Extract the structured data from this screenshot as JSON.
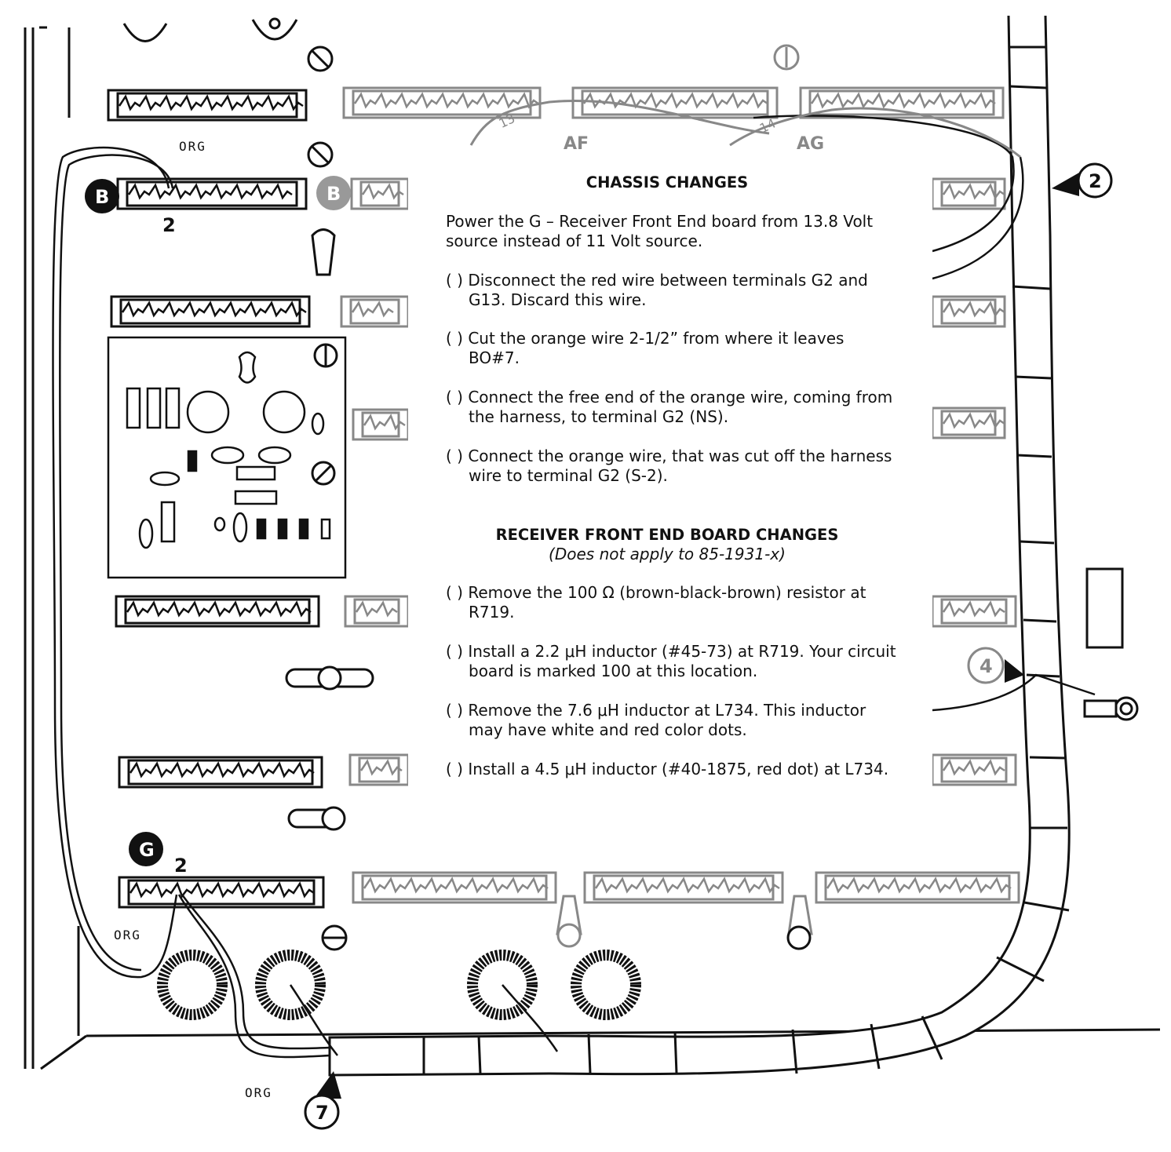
{
  "chassis": {
    "title": "CHASSIS CHANGES",
    "intro": [
      "Power the G – Receiver Front End board from 13.8 Volt",
      "source instead of 11 Volt source."
    ],
    "steps": [
      [
        "( ) Disconnect the red wire between terminals G2 and",
        "G13.  Discard this wire."
      ],
      [
        "( ) Cut the orange wire 2-1/2” from where it leaves",
        "BO#7."
      ],
      [
        "( ) Connect the free end of the orange wire, coming from",
        "the harness, to terminal G2 (NS)."
      ],
      [
        "( ) Connect the orange wire, that was cut off the harness",
        "wire to terminal G2 (S-2)."
      ]
    ]
  },
  "board": {
    "title": "RECEIVER FRONT END BOARD CHANGES",
    "subtitle": "(Does not apply to 85-1931-x)",
    "steps": [
      [
        "( ) Remove the 100 Ω (brown-black-brown) resistor at",
        "R719."
      ],
      [
        "( ) Install a 2.2 μH inductor (#45-73) at R719. Your circuit",
        "board is marked 100 at this location."
      ],
      [
        "( ) Remove the 7.6 μH inductor at L734. This inductor",
        "may have white and red color dots."
      ],
      [
        "( ) Install a 4.5 μH inductor (#40-1875, red dot) at L734."
      ]
    ]
  },
  "diagram": {
    "wire_label_top": "ORG",
    "wire_label_mid": "ORG",
    "wire_label_bottom": "ORG",
    "board_b": "B",
    "board_b_right": "B",
    "board_g": "G",
    "terminal_b": "2",
    "terminal_g": "2",
    "callout_1": "7",
    "callout_2": "2",
    "callout_3": "4",
    "tag_13": "13",
    "tag_14": "14",
    "socket_af": "AF",
    "socket_ag": "AG"
  }
}
